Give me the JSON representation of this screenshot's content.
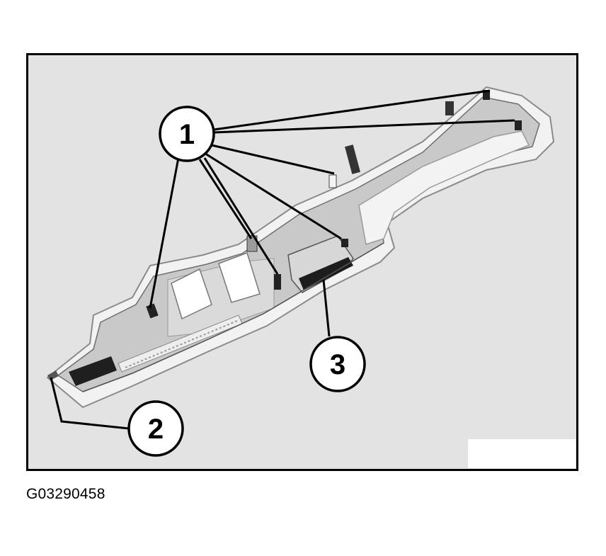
{
  "figure": {
    "id": "G03290458",
    "callouts": [
      {
        "label": "1"
      },
      {
        "label": "2"
      },
      {
        "label": "3"
      }
    ]
  },
  "colors": {
    "background": "#e3e3e3",
    "frame": "#000000",
    "part_body": "#cbcbcb",
    "part_light": "#f1f1f1",
    "part_dark": "#1c1c1c"
  }
}
